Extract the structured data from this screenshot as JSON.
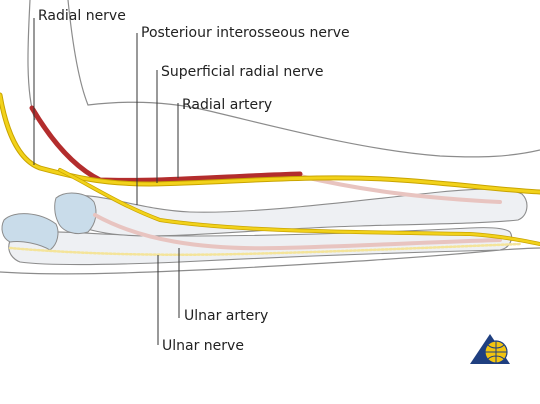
{
  "labels": {
    "radial_nerve": "Radial nerve",
    "posterior_interosseous_nerve": "Posteriour interosseous nerve",
    "superficial_radial_nerve": "Superficial radial nerve",
    "radial_artery": "Radial artery",
    "ulnar_artery": "Ulnar artery",
    "ulnar_nerve": "Ulnar nerve"
  },
  "logo": {
    "name": "globe-triangle-logo"
  },
  "colors": {
    "nerve": "#f2d21a",
    "nerve_dark": "#c9a400",
    "artery": "#b32d2d",
    "artery_faded": "#e8c4c0",
    "bone_fill": "#eef0f3",
    "cartilage": "#c9dcea",
    "outline": "#8c8c8c"
  }
}
